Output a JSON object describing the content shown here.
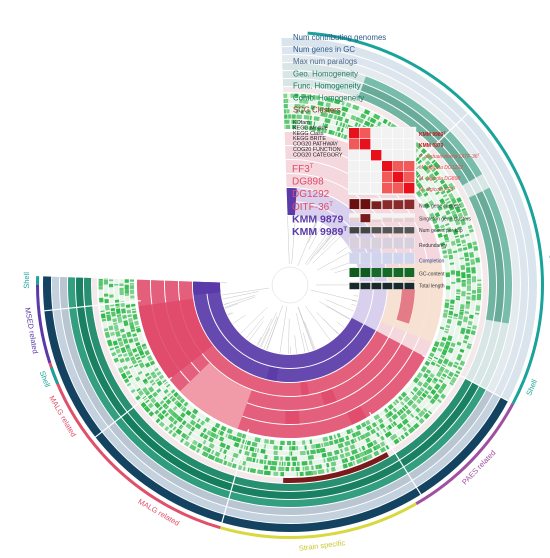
{
  "layer_labels": [
    {
      "text": "Num contributing genomes",
      "color": "#2a5a8a"
    },
    {
      "text": "Num genes in GC",
      "color": "#2a5a8a"
    },
    {
      "text": "Max num paralogs",
      "color": "#4a6a8a"
    },
    {
      "text": "Geo. Homogeneity",
      "color": "#2f7a6a"
    },
    {
      "text": "Func. Homogeneity",
      "color": "#137a5a"
    },
    {
      "text": "Comb. Homogeneity",
      "color": "#137a5a"
    },
    {
      "text": "SCG Clusters",
      "color": "#a03030"
    }
  ],
  "function_labels": [
    "KOfam",
    "KEGG Module",
    "KEGG Class",
    "KEGG BRITE",
    "COG20 PATHWAY",
    "COG20 FUNCTION",
    "COG20 CATEGORY"
  ],
  "genomes": [
    {
      "text": "FF3",
      "sup": "T",
      "color": "#e04a6a"
    },
    {
      "text": "DG898",
      "sup": "",
      "color": "#e04a6a"
    },
    {
      "text": "DG1292",
      "sup": "",
      "color": "#e04a6a"
    },
    {
      "text": "OITF-36",
      "sup": "T",
      "color": "#e04a6a"
    },
    {
      "text": "KMM 9879",
      "sup": "",
      "color": "#5a3aa8"
    },
    {
      "text": "KMM 9989",
      "sup": "T",
      "color": "#5a3aa8"
    }
  ],
  "bin_labels": [
    {
      "text": "MSED related",
      "color": "#5a3aa8"
    },
    {
      "text": "MALG related",
      "color": "#e0506a"
    },
    {
      "text": "MALG related",
      "color": "#e0506a"
    },
    {
      "text": "Strain specific",
      "color": "#c8c830"
    },
    {
      "text": "PAES related",
      "color": "#a050a0"
    },
    {
      "text": "Shell",
      "color": "#19a39a"
    },
    {
      "text": "Shell",
      "color": "#19a39a"
    },
    {
      "text": "Shell",
      "color": "#19a39a"
    },
    {
      "text": "Core",
      "color": "#19a39a"
    }
  ],
  "heatmap_rows": [
    {
      "text": "KMM 9989",
      "sup": "T",
      "color": "#c01818"
    },
    {
      "text": "KMM 9879",
      "sup": "",
      "color": "#c01818"
    },
    {
      "text": "P. aestuariivivens OITF-36",
      "sup": "T",
      "color": "#e04a4a"
    },
    {
      "text": "M. algicola DG1292",
      "sup": "",
      "color": "#e04a4a"
    },
    {
      "text": "M. algicola DG898",
      "sup": "",
      "color": "#e04a4a"
    },
    {
      "text": "M. algicola FF3",
      "sup": "T",
      "color": "#e04a4a"
    }
  ],
  "bar_rows": [
    "Num gene clusters",
    "Singleton gene clusters",
    "Num genes per kbp",
    "Redundancy",
    "Completion",
    "GC-content",
    "Total length"
  ],
  "heatmap_values": [
    [
      1.0,
      0.95,
      0.25,
      0.22,
      0.22,
      0.22
    ],
    [
      0.95,
      1.0,
      0.25,
      0.22,
      0.22,
      0.22
    ],
    [
      0.25,
      0.25,
      1.0,
      0.35,
      0.35,
      0.35
    ],
    [
      0.22,
      0.22,
      0.35,
      1.0,
      0.88,
      0.86
    ],
    [
      0.22,
      0.22,
      0.35,
      0.88,
      1.0,
      0.9
    ],
    [
      0.22,
      0.22,
      0.35,
      0.86,
      0.9,
      1.0
    ]
  ],
  "colors": {
    "genome_purple": "#5a3aa8",
    "genome_red": "#e04a6a",
    "function_green": "#2fb84a",
    "homog_teal": "#137a5a",
    "num_genomes_navy": "#0a3a5a",
    "scg_brown": "#7a1a1a"
  }
}
